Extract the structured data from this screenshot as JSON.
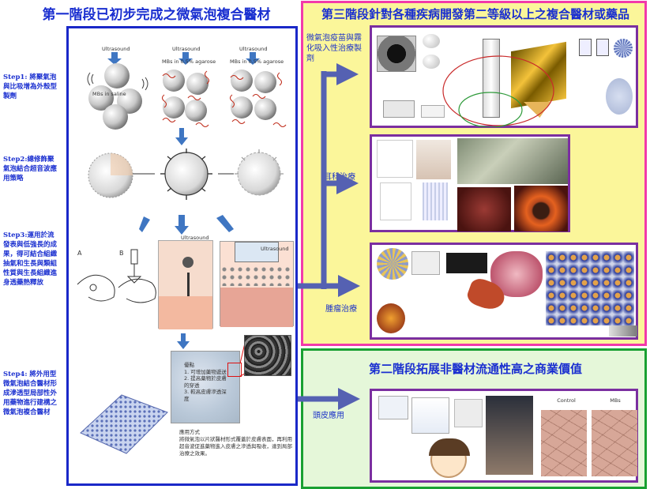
{
  "stage1": {
    "title": "第一階段已初步完成之微氣泡複合醫材",
    "steps": [
      "Step1: 將聚氣泡與比吸增為外殼型製劑",
      "Step2:總修飾聚氣泡結合超音波應用策略",
      "Step3:運用於流發表與低強長的成果，得可結合組織抽氣和生長與類組性質與生長組織進身透藥熱釋放",
      "Step4: 將外用型微氣泡結合醫材形成滲透型局部性外用藥物進行建構之微氣泡複合醫材"
    ],
    "labels": {
      "ultrasound_1": "Ultrasound",
      "ultrasound_2": "Ultrasound",
      "ultrasound_3": "Ultrasound",
      "mbs_saline": "MBs in saline",
      "mbs_agarose_1": "MBs in 0.5% agarose",
      "mbs_agarose_2": "MBs in 0.5% agarose",
      "panel_a": "A",
      "panel_b": "B",
      "ultrasound_small": "Ultrasound",
      "ultrasound_box": "Ultrasound"
    },
    "step4_notes": {
      "heading": "優點",
      "items": [
        "1. 可增加藥物遞送",
        "2. 提高藥物於皮膚的穿透",
        "3. 較高皮膚滲透深度"
      ],
      "title": "應用方式",
      "body": "將微氣泡以片狀醫材形式覆蓋於皮膚表面，再利用超音波促進藥物進入皮膚之滲透與吸收，達到局部治療之效果。"
    }
  },
  "stage3": {
    "title": "第三階段針對各種疾病開發第二等級以上之複合醫材或藥品",
    "items": [
      {
        "label": "微氣泡疫苗與霧化吸入性治療製劑"
      },
      {
        "label": "耳科治療"
      },
      {
        "label": "腫瘤治療"
      }
    ]
  },
  "stage2": {
    "title": "第二階段拓展非醫材流通性高之商業價值",
    "items": [
      {
        "label": "頭皮應用"
      }
    ],
    "panel_labels": [
      "Control",
      "MBs"
    ]
  },
  "colors": {
    "stage1_border": "#1a28c8",
    "stage3_border": "#f23aaa",
    "stage3_fill": "#fbf69a",
    "stage2_border": "#19a032",
    "stage2_fill": "#e5f7d9",
    "title_text": "#1a2fd0",
    "arrow": "#5561b2",
    "inner_box_border": "#7b2fa0"
  }
}
